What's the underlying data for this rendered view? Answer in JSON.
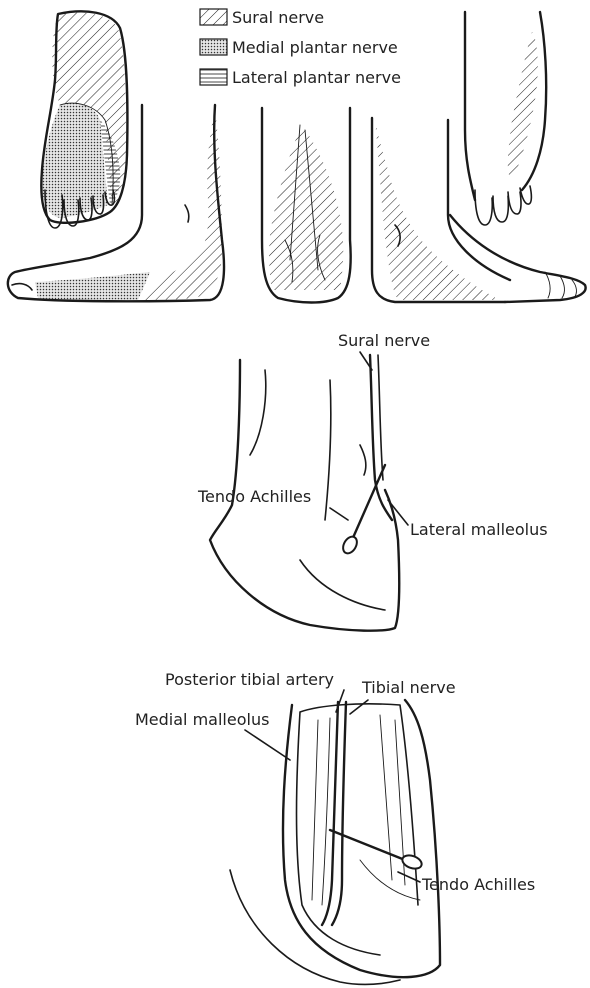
{
  "legend": {
    "items": [
      {
        "label": "Sural nerve",
        "pattern": "hatch-diagonal"
      },
      {
        "label": "Medial plantar nerve",
        "pattern": "dots"
      },
      {
        "label": "Lateral plantar nerve",
        "pattern": "hatch-horizontal"
      }
    ]
  },
  "panel_nerve_block": {
    "labels": {
      "sural": "Sural nerve",
      "tendo": "Tendo Achilles",
      "lateral_malleolus": "Lateral malleolus"
    }
  },
  "panel_dissection": {
    "labels": {
      "posterior_tibial_artery": "Posterior tibial artery",
      "tibial_nerve": "Tibial nerve",
      "medial_malleolus": "Medial malleolus",
      "tendo": "Tendo Achilles"
    }
  }
}
